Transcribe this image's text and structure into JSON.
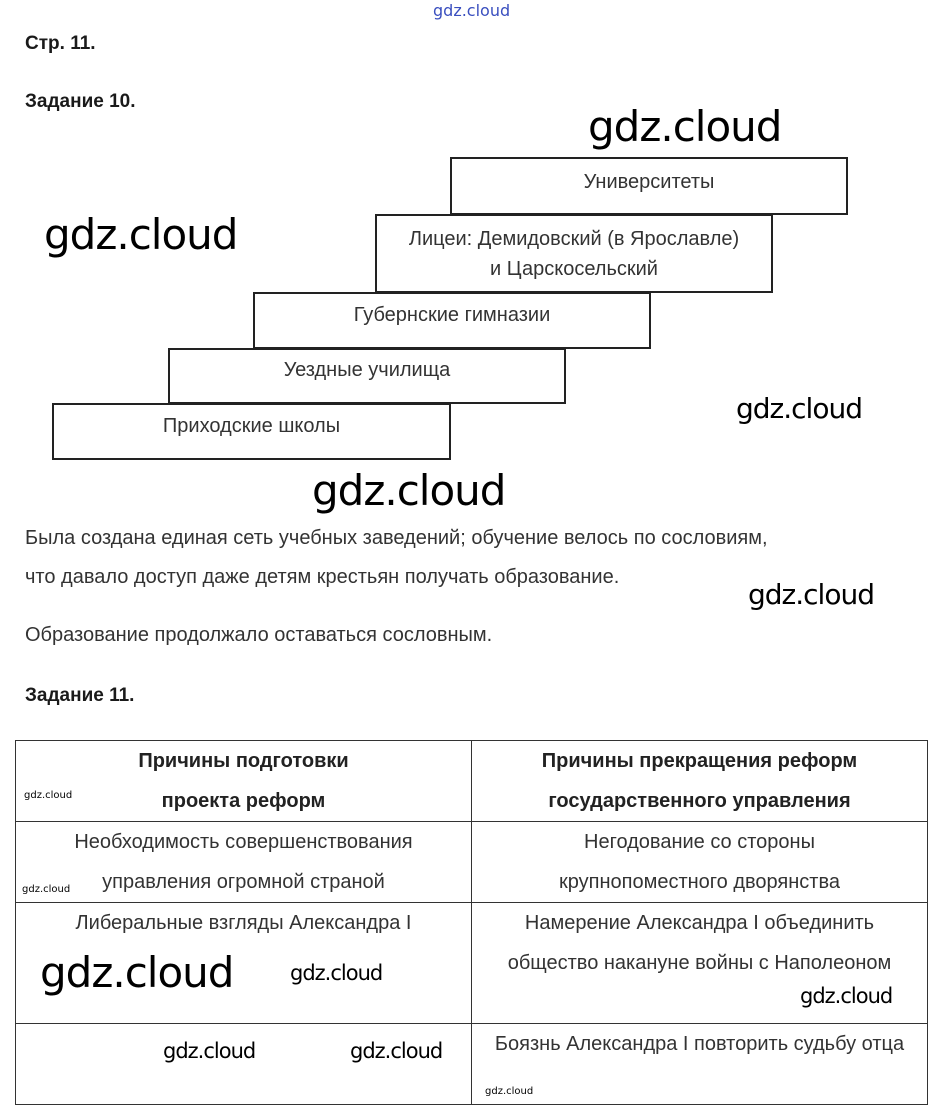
{
  "watermark": "gdz.cloud",
  "page_label": "Стр. 11.",
  "task10": {
    "title": "Задание 10.",
    "steps": [
      "Университеты",
      "Лицеи: Демидовский (в Ярославле) и Царскосельский",
      "Губернские гимназии",
      "Уездные училища",
      "Приходские школы"
    ],
    "paragraph1_line1": "Была создана единая сеть учебных заведений; обучение велось по сословиям,",
    "paragraph1_line2": "что давало доступ даже детям крестьян получать образование.",
    "paragraph2": "Образование продолжало оставаться сословным."
  },
  "task11": {
    "title": "Задание 11.",
    "headers": [
      "Причины подготовки проекта реформ",
      "Причины прекращения реформ государственного управления"
    ],
    "rows": [
      [
        "Необходимость совершенствования управления огромной страной",
        "Негодование со стороны крупнопоместного дворянства"
      ],
      [
        "Либеральные взгляды Александра I",
        "Намерение Александра I объединить общество накануне войны с Наполеоном"
      ],
      [
        "",
        "Боязнь Александра I повторить судьбу отца"
      ]
    ]
  }
}
